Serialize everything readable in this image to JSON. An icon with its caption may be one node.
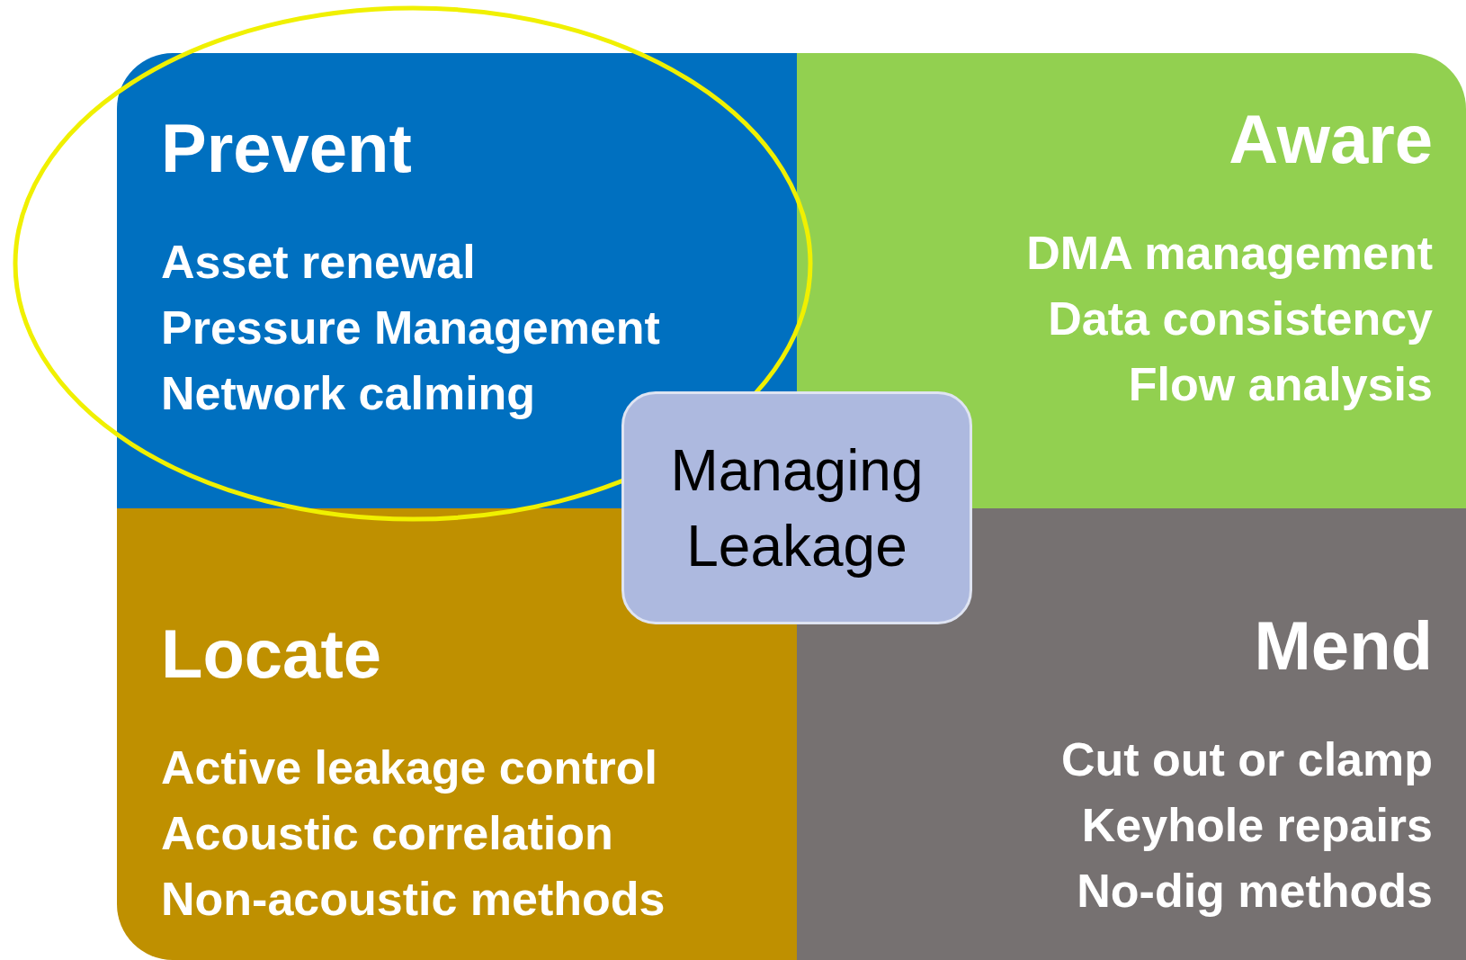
{
  "diagram": {
    "nodes": [
      {
        "text": [
          "Prevent",
          "Asset renewal",
          "Pressure Management",
          "Network calming"
        ]
      },
      {
        "text": [
          "Aware",
          "DMA management",
          "Data consistency",
          "Flow analysis"
        ]
      },
      {
        "text": [
          "Locate",
          "Active leakage control",
          "Acoustic correlation",
          "Non-acoustic methods"
        ]
      },
      {
        "text": [
          "Mend",
          "Cut out or clamp",
          "Keyhole repairs",
          "No-dig methods"
        ]
      },
      {
        "text": [
          "Managing Leakage"
        ]
      }
    ],
    "edges": []
  }
}
